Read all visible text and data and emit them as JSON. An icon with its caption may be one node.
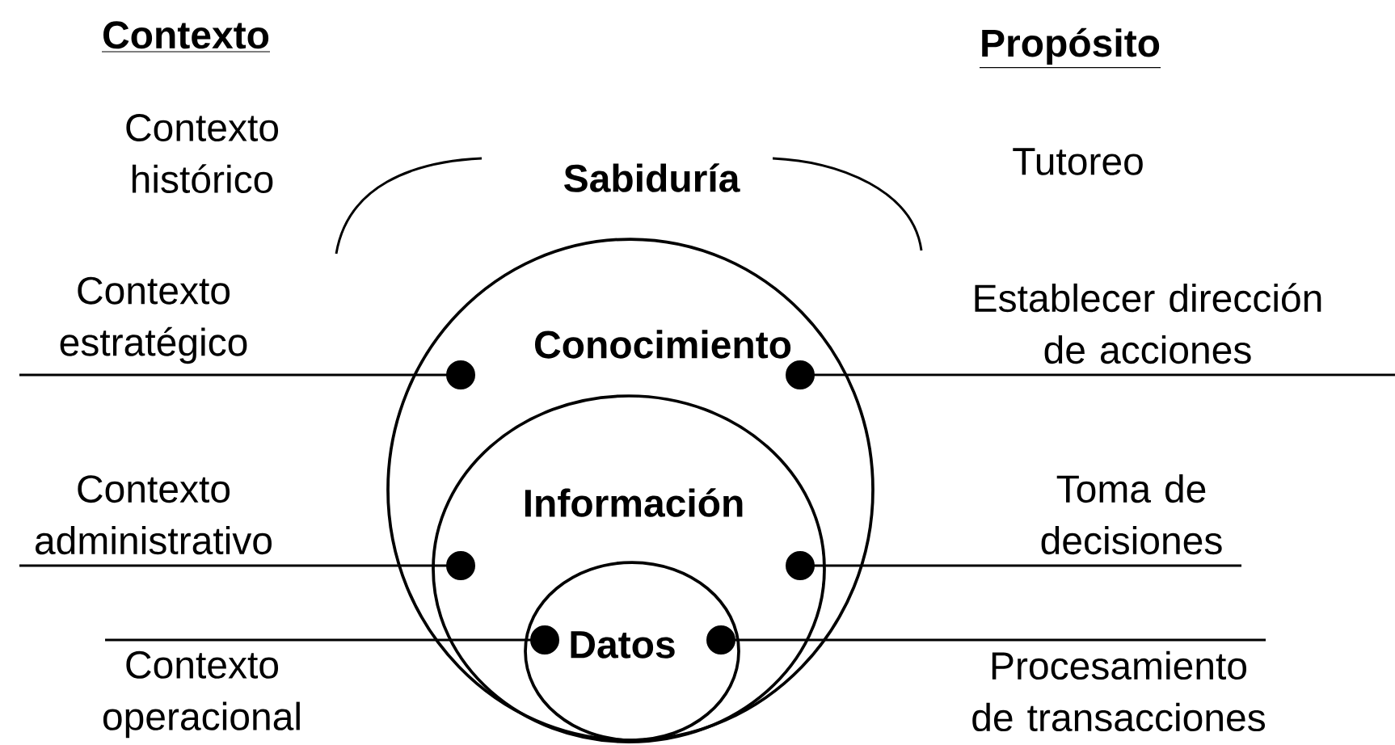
{
  "diagram": {
    "nodes": [
      {
        "text": [
          "Conocimiento"
        ]
      },
      {
        "text": [
          "Información"
        ],
        "in": 0
      },
      {
        "text": [
          "Datos"
        ],
        "in": 1
      },
      {
        "text": [
          "Contexto estratégico"
        ]
      },
      {
        "text": [
          "Establecer dirección de acciones"
        ]
      },
      {
        "text": [
          "Contexto administrativo"
        ]
      },
      {
        "text": [
          "Toma de decisiones"
        ]
      },
      {
        "text": [
          "Contexto operacional"
        ]
      },
      {
        "text": [
          "Procesamiento de transacciones"
        ]
      }
    ],
    "edges": [
      {
        "from": 3,
        "to": 0,
        "arrow": "other"
      },
      {
        "from": 4,
        "to": 0,
        "arrow": "other"
      },
      {
        "from": 5,
        "to": 1,
        "arrow": "other"
      },
      {
        "from": 6,
        "to": 1,
        "arrow": "other"
      },
      {
        "from": 7,
        "to": 2,
        "arrow": "other"
      },
      {
        "from": 8,
        "to": 2,
        "arrow": "other"
      }
    ],
    "labels": [
      "Contexto",
      "Propósito",
      "Contexto histórico",
      "Sabiduría",
      "Tutoreo"
    ]
  }
}
